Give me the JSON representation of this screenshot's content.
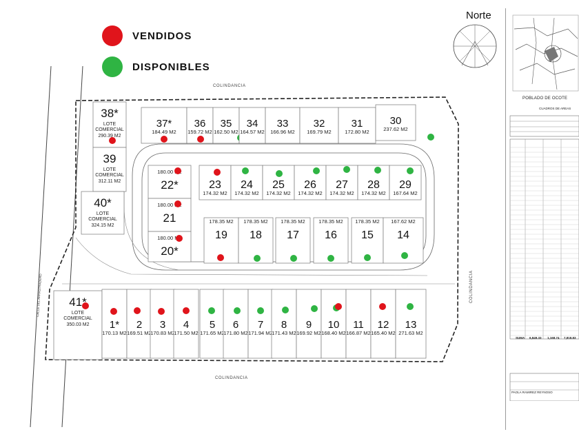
{
  "legend": {
    "sold_label": "VENDIDOS",
    "available_label": "DISPONIBLES",
    "sold_color": "#e0141b",
    "available_color": "#2fb443"
  },
  "north_label": "Norte",
  "boundary_labels": {
    "top": "COLINDANCIA",
    "bottom": "COLINDANCIA",
    "right": "COLINDANCIA",
    "street": "CALLE DEL AHRASTRADERO"
  },
  "location_map": {
    "title": "POBLADO DE OCOTE"
  },
  "area_table": {
    "title": "CUADROS DE AREAS",
    "total_label": "SUMA",
    "totals": [
      "6,849.33",
      "1,168.74",
      "7,818.83"
    ]
  },
  "title_block": {
    "reviewer": "PAOLA RAMIREZ REYNOSO"
  },
  "lots": [
    {
      "number": "38",
      "star": true,
      "commercial": true,
      "area": "290.39 M2",
      "status": "sold"
    },
    {
      "number": "39",
      "star": false,
      "commercial": true,
      "area": "312.11 M2",
      "status": "none"
    },
    {
      "number": "40",
      "star": true,
      "commercial": true,
      "area": "324.15 M2",
      "status": "none"
    },
    {
      "number": "41",
      "star": true,
      "commercial": true,
      "area": "350.03 M2",
      "status": "sold"
    },
    {
      "number": "37",
      "star": true,
      "area": "184.49 M2",
      "status": "sold"
    },
    {
      "number": "36",
      "star": false,
      "area": "159.72 M2",
      "status": "sold"
    },
    {
      "number": "35",
      "star": false,
      "area": "162.50 M2",
      "status": "available"
    },
    {
      "number": "34",
      "star": false,
      "area": "164.57 M2",
      "status": "available"
    },
    {
      "number": "33",
      "star": false,
      "area": "166.96 M2",
      "status": "available"
    },
    {
      "number": "32",
      "star": false,
      "area": "169.79 M2",
      "status": "available"
    },
    {
      "number": "31",
      "star": false,
      "area": "172.80 M2",
      "status": "available"
    },
    {
      "number": "30",
      "star": false,
      "area": "237.62 M2",
      "status": "available"
    },
    {
      "number": "22",
      "star": true,
      "area": "180.00 M2",
      "status": "sold"
    },
    {
      "number": "21",
      "star": false,
      "area": "180.00 M2",
      "status": "sold"
    },
    {
      "number": "20",
      "star": true,
      "area": "180.00 M2",
      "status": "sold"
    },
    {
      "number": "23",
      "star": false,
      "area": "174.32 M2",
      "status": "sold"
    },
    {
      "number": "24",
      "star": false,
      "area": "174.32 M2",
      "status": "available"
    },
    {
      "number": "25",
      "star": false,
      "area": "174.32 M2",
      "status": "available"
    },
    {
      "number": "26",
      "star": false,
      "area": "174.32 M2",
      "status": "available"
    },
    {
      "number": "27",
      "star": false,
      "area": "174.32 M2",
      "status": "available"
    },
    {
      "number": "28",
      "star": false,
      "area": "174.32 M2",
      "status": "available"
    },
    {
      "number": "29",
      "star": false,
      "area": "167.64 M2",
      "status": "available"
    },
    {
      "number": "19",
      "star": false,
      "area": "178.35 M2",
      "status": "sold"
    },
    {
      "number": "18",
      "star": false,
      "area": "178.35 M2",
      "status": "available"
    },
    {
      "number": "17",
      "star": false,
      "area": "178.35 M2",
      "status": "available"
    },
    {
      "number": "16",
      "star": false,
      "area": "178.35 M2",
      "status": "available"
    },
    {
      "number": "15",
      "star": false,
      "area": "178.35 M2",
      "status": "available"
    },
    {
      "number": "14",
      "star": false,
      "area": "167.62 M2",
      "status": "available"
    },
    {
      "number": "1",
      "star": true,
      "area": "170.13 M2",
      "status": "sold"
    },
    {
      "number": "2",
      "star": false,
      "area": "169.51 M2",
      "status": "sold"
    },
    {
      "number": "3",
      "star": false,
      "area": "170.83 M2",
      "status": "sold"
    },
    {
      "number": "4",
      "star": false,
      "area": "171.50 M2",
      "status": "sold"
    },
    {
      "number": "5",
      "star": false,
      "area": "171.65 M2",
      "status": "available"
    },
    {
      "number": "6",
      "star": false,
      "area": "171.80 M2",
      "status": "available"
    },
    {
      "number": "7",
      "star": false,
      "area": "171.94 M2",
      "status": "available"
    },
    {
      "number": "8",
      "star": false,
      "area": "171.43 M2",
      "status": "available"
    },
    {
      "number": "9",
      "star": false,
      "area": "169.92 M2",
      "status": "available"
    },
    {
      "number": "10",
      "star": false,
      "area": "168.40 M2",
      "status": "available"
    },
    {
      "number": "11",
      "star": false,
      "area": "166.87 M2",
      "status": "sold"
    },
    {
      "number": "12",
      "star": false,
      "area": "165.40 M2",
      "status": "sold"
    },
    {
      "number": "13",
      "star": false,
      "area": "271.63 M2",
      "status": "available"
    }
  ],
  "commercial_label_1": "LOTE",
  "commercial_label_2": "COMERCIAL"
}
